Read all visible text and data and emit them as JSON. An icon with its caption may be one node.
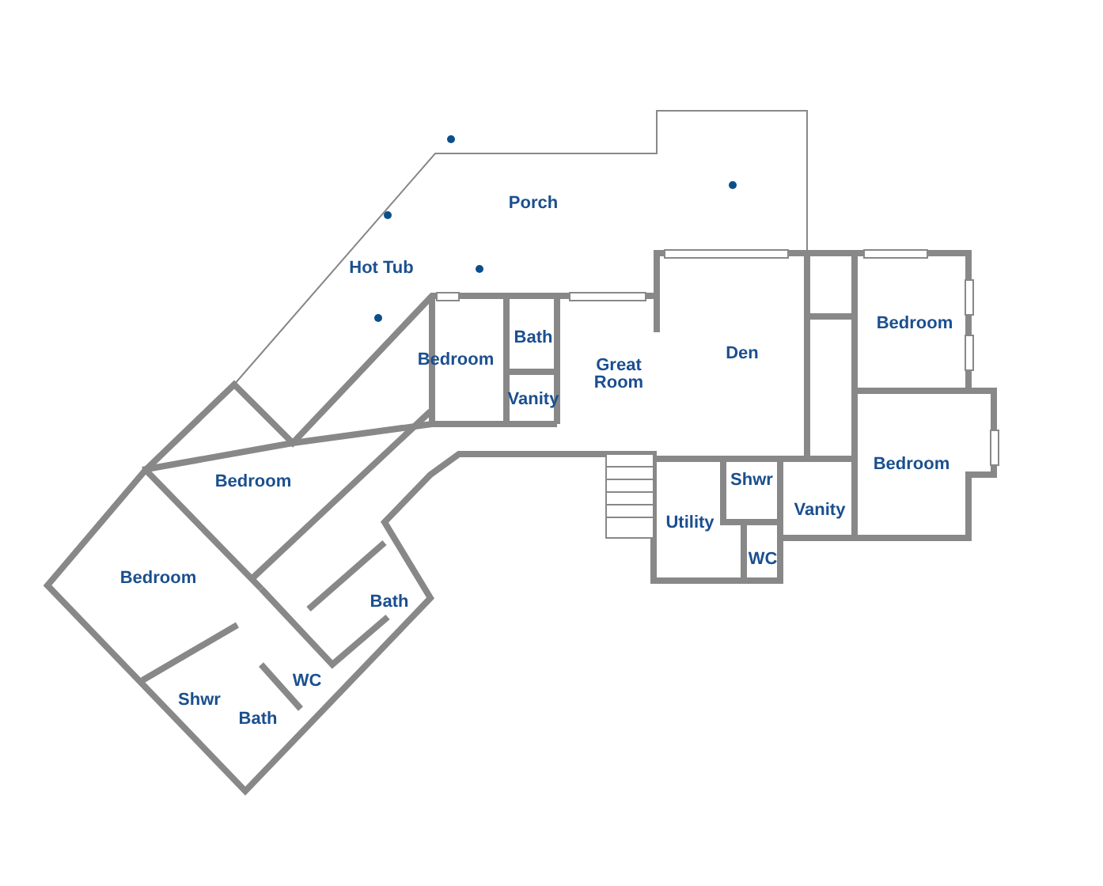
{
  "diagram": {
    "labels": [
      "Porch",
      "Hot Tub",
      "Bedroom",
      "Bath",
      "Bedroom",
      "Den",
      "Great Room",
      "Vanity",
      "Bedroom",
      "Bedroom",
      "Shwr",
      "Vanity",
      "Utility",
      "WC",
      "Bedroom",
      "Bath",
      "WC",
      "Shwr",
      "Bath"
    ]
  }
}
